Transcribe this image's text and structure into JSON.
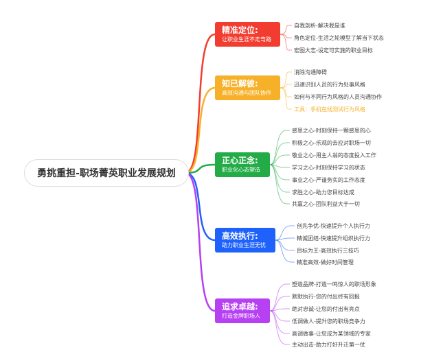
{
  "root": {
    "title": "勇挑重担-职场菁英职业发展规划"
  },
  "branches": [
    {
      "title": "精准定位:",
      "subtitle": "让职业生涯不走弯路",
      "color": "#f23c2f",
      "items": [
        "自我剖析-解决我是谁",
        "角色定位-生活之轮模型了解当下状态",
        "宏图大志-设定可实施的职业目标"
      ],
      "highlight": []
    },
    {
      "title": "知已解彼:",
      "subtitle": "高效沟通与团队协作",
      "color": "#f6b128",
      "items": [
        "消除沟通障碍",
        "迅速识别人员的行为处事风格",
        "如何与不同行为风格的人员沟通协作",
        "工具：手机在线测试行为风格"
      ],
      "highlight": [
        3
      ]
    },
    {
      "title": "正心正念:",
      "subtitle": "职业化心态塑造",
      "color": "#22ab47",
      "items": [
        "感恩之心-时刻保持一颗感恩的心",
        "积极之心-乐观的去应对职场一切",
        "敬业之心-用主人翁的态度投入工作",
        "学习之心-时刻保持学习的状态",
        "事业之心-严谨务实的工作态度",
        "求胜之心-助力您目标达成",
        "共赢之心-团队利益大于一切"
      ],
      "highlight": []
    },
    {
      "title": "高效执行:",
      "subtitle": "助力职业生涯无忧",
      "color": "#1f62fb",
      "items": [
        "创先争优-快速提升个人执行力",
        "精诚团结-快速提升组织执行力",
        "目标为王-高效执行三技巧",
        "精准高效-做好时间管理"
      ],
      "highlight": []
    },
    {
      "title": "追求卓越:",
      "subtitle": "打造金牌职场人",
      "color": "#b640f2",
      "items": [
        "塑造品牌-打造一鸣惊人的职场形象",
        "默默执行-您的付出终有回报",
        "绝对忠诚-让您的付出有亮点",
        "低调做人-提升您的职场竞争力",
        "高调做事-让您成为某领域的专家",
        "主动出击-助力打好升迁第一仗"
      ],
      "highlight": []
    }
  ]
}
